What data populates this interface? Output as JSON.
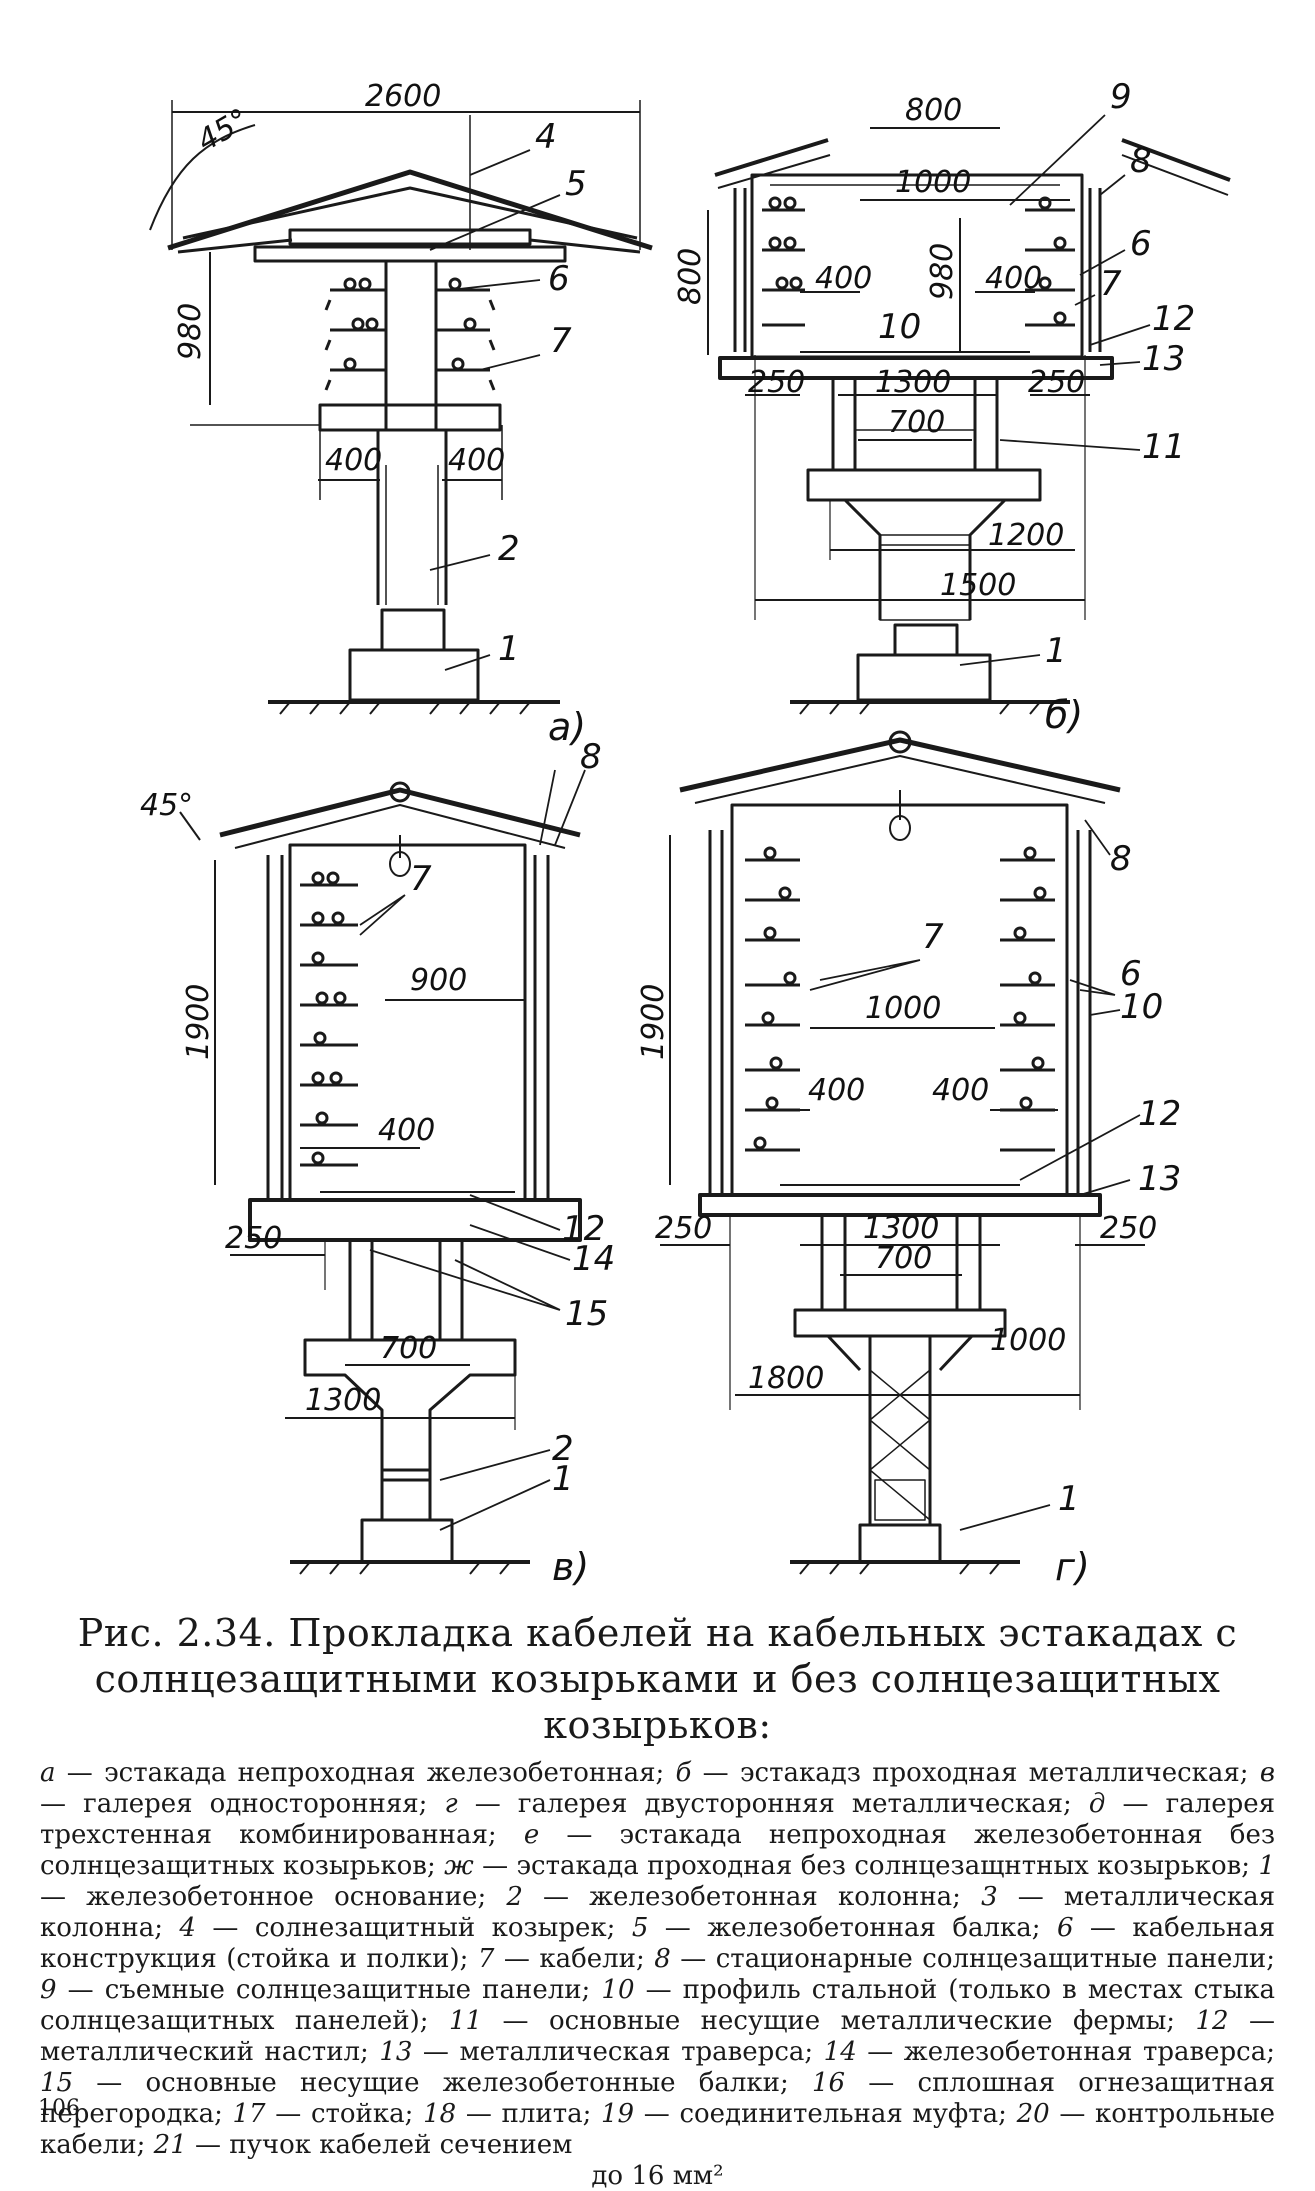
{
  "figure": {
    "panels": [
      {
        "id": "a",
        "label": "а)",
        "dims": [
          "2600",
          "45°",
          "980",
          "400",
          "400"
        ],
        "parts": [
          "4",
          "5",
          "6",
          "7",
          "2",
          "1"
        ]
      },
      {
        "id": "b",
        "label": "б)",
        "dims": [
          "800",
          "1000",
          "800",
          "980",
          "400",
          "400",
          "250",
          "1300",
          "250",
          "700",
          "1200",
          "1500"
        ],
        "parts": [
          "9",
          "8",
          "6",
          "7",
          "12",
          "13",
          "10",
          "11",
          "1"
        ]
      },
      {
        "id": "v",
        "label": "в)",
        "dims": [
          "45°",
          "1900",
          "900",
          "400",
          "250",
          "700",
          "1300"
        ],
        "parts": [
          "8",
          "7",
          "12",
          "14",
          "15",
          "2",
          "1"
        ]
      },
      {
        "id": "g",
        "label": "г)",
        "dims": [
          "1900",
          "1000",
          "400",
          "400",
          "250",
          "1300",
          "250",
          "700",
          "1000",
          "1800"
        ],
        "parts": [
          "8",
          "6",
          "10",
          "7",
          "12",
          "13",
          "1"
        ]
      }
    ]
  },
  "caption": {
    "title": "Рис. 2.34. Прокладка кабелей на кабельных эстакадах с солнцезащитными козырьками и без солнцезащитных козырьков:",
    "legend": [
      {
        "key": "а",
        "text": "эстакада непроходная железобетонная;"
      },
      {
        "key": "б",
        "text": "эстакадз проходная металлическая;"
      },
      {
        "key": "в",
        "text": "галерея односторонняя;"
      },
      {
        "key": "г",
        "text": "галерея двусторонняя металлическая;"
      },
      {
        "key": "д",
        "text": "галерея трехстенная комбинированная;"
      },
      {
        "key": "е",
        "text": "эстакада непроходная железобетонная без солнцезащитных козырьков;"
      },
      {
        "key": "ж",
        "text": "эстакада проходная без солнцезащнтных козырьков;"
      },
      {
        "key": "1",
        "text": "железобетонное основание;"
      },
      {
        "key": "2",
        "text": "железобетонная колонна;"
      },
      {
        "key": "3",
        "text": "металлическая колонна;"
      },
      {
        "key": "4",
        "text": "солнезащитный козырек;"
      },
      {
        "key": "5",
        "text": "железобетонная балка;"
      },
      {
        "key": "6",
        "text": "кабельная конструкция (стойка и полки);"
      },
      {
        "key": "7",
        "text": "кабели;"
      },
      {
        "key": "8",
        "text": "стационарные солнцезащитные панели;"
      },
      {
        "key": "9",
        "text": "съемные солнцезащитные панели;"
      },
      {
        "key": "10",
        "text": "профиль стальной (только в местах стыка солнцезащитных панелей);"
      },
      {
        "key": "11",
        "text": "основные несущие металлические фермы;"
      },
      {
        "key": "12",
        "text": "металлический настил;"
      },
      {
        "key": "13",
        "text": "металлическая траверса;"
      },
      {
        "key": "14",
        "text": "железобетонная траверса;"
      },
      {
        "key": "15",
        "text": "основные несущие железобетонные балки;"
      },
      {
        "key": "16",
        "text": "сплошная огнезащитная перегородка;"
      },
      {
        "key": "17",
        "text": "стойка;"
      },
      {
        "key": "18",
        "text": "плита;"
      },
      {
        "key": "19",
        "text": "соединительная муфта;"
      },
      {
        "key": "20",
        "text": "контрольные кабели;"
      },
      {
        "key": "21",
        "text": "пучок кабелей сечением"
      }
    ],
    "tail": "до 16 мм²"
  },
  "page_number": "106",
  "colors": {
    "ink": "#1a1a1a",
    "paper": "#ffffff"
  }
}
